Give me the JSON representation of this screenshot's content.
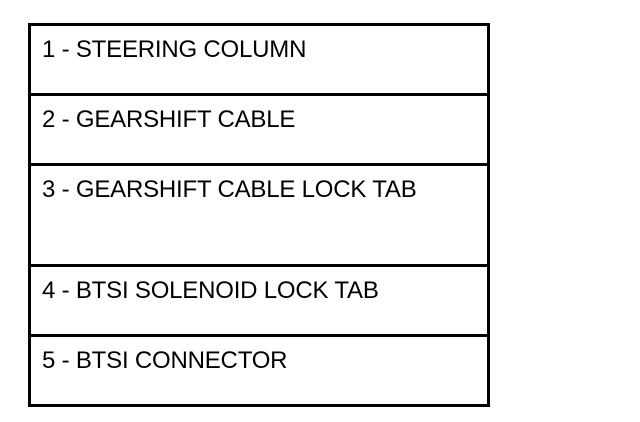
{
  "legend": {
    "items": [
      {
        "label": "1 - STEERING COLUMN"
      },
      {
        "label": "2 - GEARSHIFT CABLE"
      },
      {
        "label": "3 - GEARSHIFT CABLE LOCK TAB"
      },
      {
        "label": "4 - BTSI SOLENOID LOCK TAB"
      },
      {
        "label": "5 - BTSI CONNECTOR"
      }
    ]
  }
}
